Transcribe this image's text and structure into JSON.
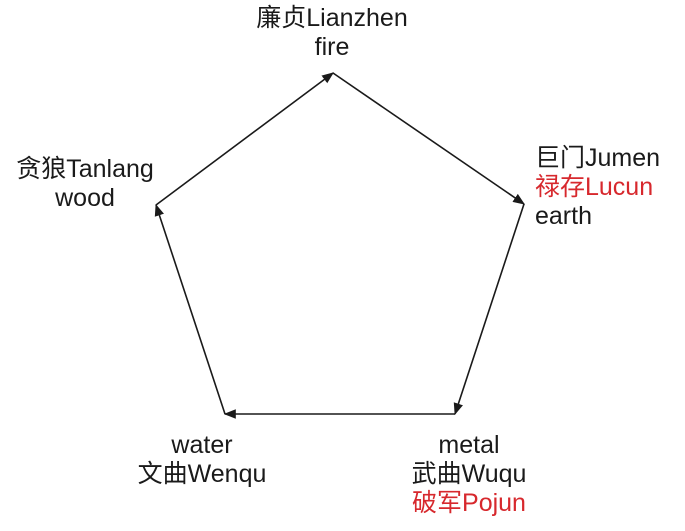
{
  "nodes": {
    "top": {
      "lines": [
        {
          "text": "廉贞Lianzhen"
        },
        {
          "text": "fire"
        }
      ]
    },
    "right": {
      "lines": [
        {
          "text": "巨门Jumen"
        },
        {
          "text": "禄存Lucun",
          "color": "#d7282d"
        },
        {
          "text": "earth"
        }
      ]
    },
    "bottom_right": {
      "lines": [
        {
          "text": "metal"
        },
        {
          "text": "武曲Wuqu"
        },
        {
          "text": "破军Pojun",
          "color": "#d7282d"
        }
      ]
    },
    "bottom_left": {
      "lines": [
        {
          "text": "water"
        },
        {
          "text": "文曲Wenqu"
        }
      ]
    },
    "left": {
      "lines": [
        {
          "text": "贪狼Tanlang"
        },
        {
          "text": "wood"
        }
      ]
    }
  },
  "edges": [
    {
      "from": "left",
      "to": "top"
    },
    {
      "from": "top",
      "to": "right"
    },
    {
      "from": "right",
      "to": "bottom_right"
    },
    {
      "from": "bottom_right",
      "to": "bottom_left"
    },
    {
      "from": "bottom_left",
      "to": "left"
    }
  ],
  "colors": {
    "line": "#1a1a1a",
    "accent": "#d7282d"
  }
}
